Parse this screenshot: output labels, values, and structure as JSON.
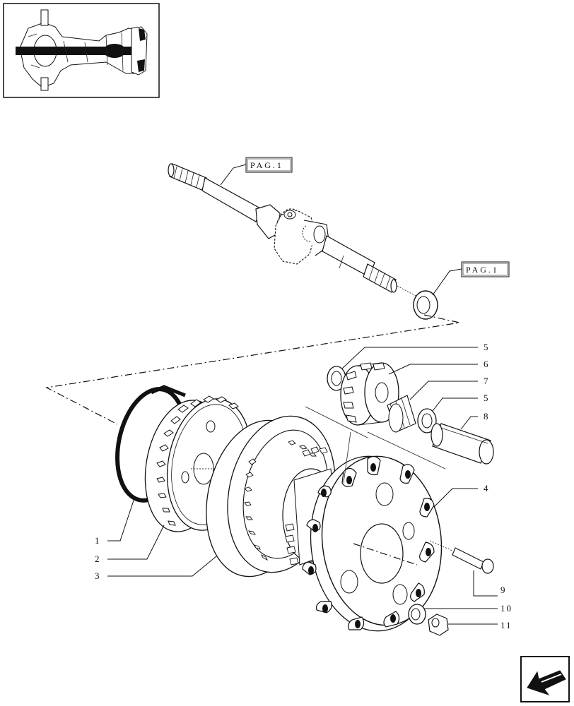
{
  "references": {
    "shaft_ref": "PAG.1",
    "washer_ref": "PAG.1"
  },
  "callouts": [
    {
      "id": "1",
      "label": "1"
    },
    {
      "id": "2",
      "label": "2"
    },
    {
      "id": "3",
      "label": "3"
    },
    {
      "id": "4",
      "label": "4"
    },
    {
      "id": "5a",
      "label": "5"
    },
    {
      "id": "6",
      "label": "6"
    },
    {
      "id": "7",
      "label": "7"
    },
    {
      "id": "5b",
      "label": "5"
    },
    {
      "id": "8",
      "label": "8"
    },
    {
      "id": "9",
      "label": "9"
    },
    {
      "id": "10",
      "label": "10"
    },
    {
      "id": "11",
      "label": "11"
    }
  ],
  "icons": {
    "overview": "axle-overview-thumbnail",
    "navigation": "next-page-arrow-icon"
  }
}
